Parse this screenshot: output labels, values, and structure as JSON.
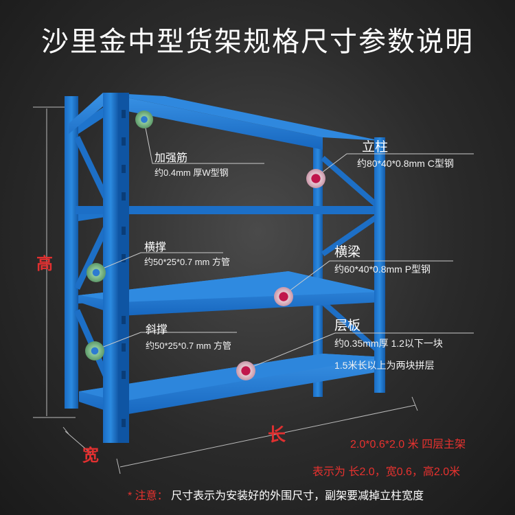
{
  "title": "沙里金中型货架规格尺寸参数说明",
  "callouts": {
    "reinforce": {
      "name": "加强筋",
      "spec": "约0.4mm 厚W型钢"
    },
    "column": {
      "name": "立柱",
      "spec": "约80*40*0.8mm C型钢"
    },
    "cross_brace": {
      "name": "横撑",
      "spec": "约50*25*0.7 mm 方管"
    },
    "beam": {
      "name": "横梁",
      "spec": "约60*40*0.8mm P型钢"
    },
    "diagonal": {
      "name": "斜撑",
      "spec": "约50*25*0.7 mm 方管"
    },
    "shelf": {
      "name": "层板",
      "spec_line1": "约0.35mm厚  1.2以下一块",
      "spec_line2": "1.5米长以上为两块拼层"
    }
  },
  "dimensions": {
    "height": "高",
    "width": "宽",
    "length": "长"
  },
  "info": {
    "line1": "2.0*0.6*2.0 米 四层主架",
    "line2": "表示为 长2.0，宽0.6，高2.0米",
    "note_label": "* 注意：",
    "note_text": "尺寸表示为安装好的外围尺寸，副架要减掉立柱宽度"
  },
  "colors": {
    "rack": "#1f78d1",
    "rack_dark": "#0d4f99",
    "dimension": "#e03030",
    "marker_green": "#7fbf8c",
    "marker_red": "#b0184a"
  }
}
